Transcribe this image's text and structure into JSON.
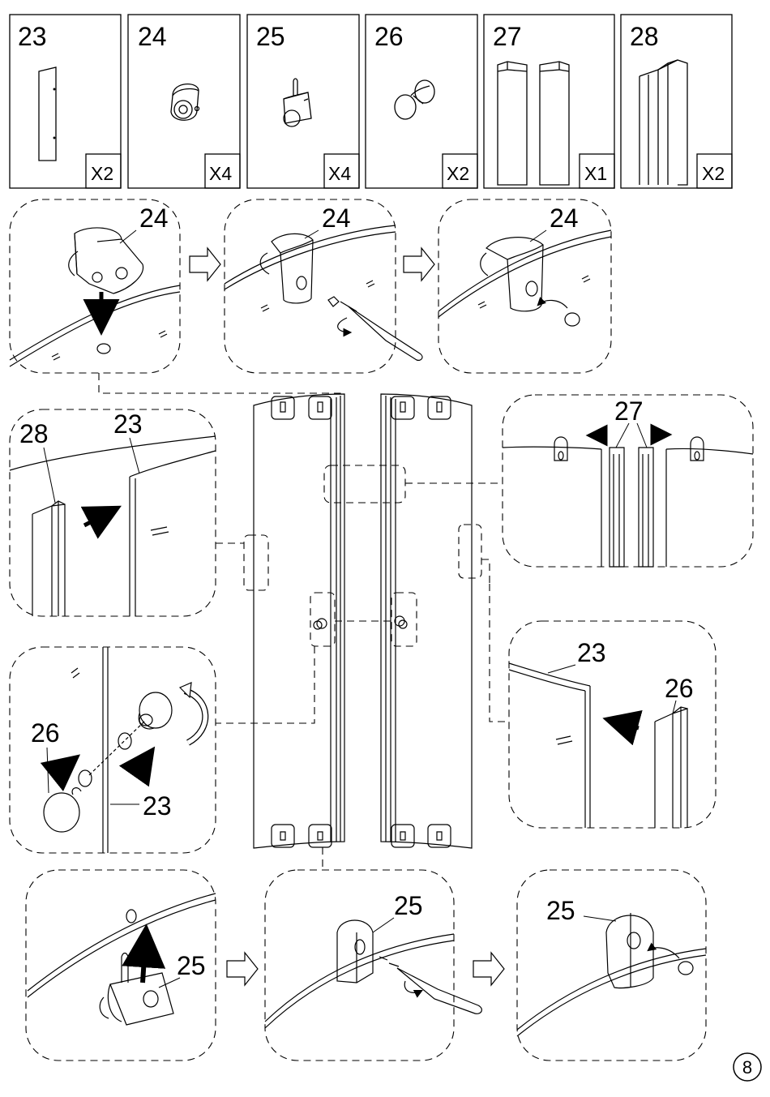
{
  "parts": [
    {
      "number": "23",
      "qty": "X2"
    },
    {
      "number": "24",
      "qty": "X4"
    },
    {
      "number": "25",
      "qty": "X4"
    },
    {
      "number": "26",
      "qty": "X2"
    },
    {
      "number": "27",
      "qty": "X1"
    },
    {
      "number": "28",
      "qty": "X2"
    }
  ],
  "steps": {
    "top": [
      "24",
      "24",
      "24"
    ],
    "left_28": "28",
    "left_23": "23",
    "right_27": "27",
    "knob_26": "26",
    "knob_23": "23",
    "right_23": "23",
    "right_26": "26",
    "bottom": [
      "25",
      "25",
      "25"
    ]
  },
  "page_number": "8"
}
